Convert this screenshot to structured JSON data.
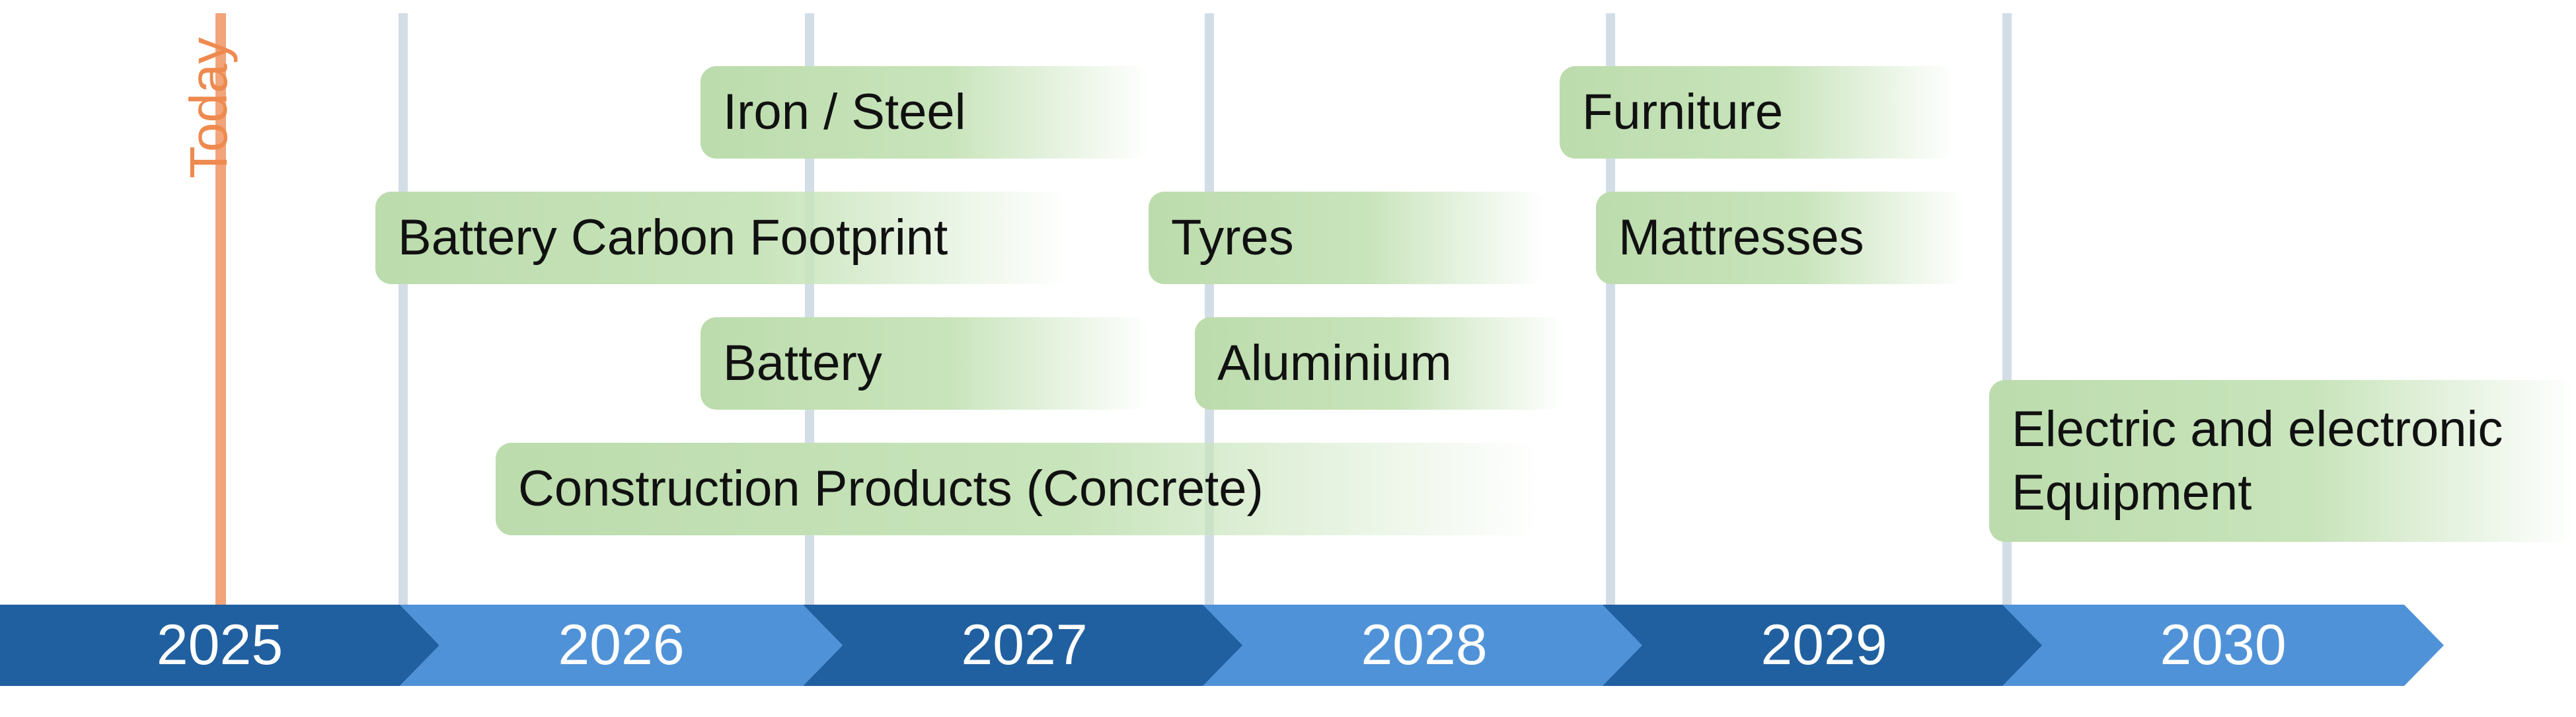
{
  "today": {
    "label": "Today",
    "color": "#ee8a4f"
  },
  "years": [
    {
      "label": "2025",
      "shade": "dark"
    },
    {
      "label": "2026",
      "shade": "light"
    },
    {
      "label": "2027",
      "shade": "dark"
    },
    {
      "label": "2028",
      "shade": "light"
    },
    {
      "label": "2029",
      "shade": "dark"
    },
    {
      "label": "2030",
      "shade": "light"
    }
  ],
  "products": [
    {
      "label": "Iron / Steel"
    },
    {
      "label": "Battery Carbon Footprint"
    },
    {
      "label": "Battery"
    },
    {
      "label": "Construction Products (Concrete)"
    },
    {
      "label": "Tyres"
    },
    {
      "label": "Aluminium"
    },
    {
      "label": "Furniture"
    },
    {
      "label": "Mattresses"
    },
    {
      "label": "Electric and electronic Equipment"
    }
  ],
  "colors": {
    "year_dark": "#2060a0",
    "year_light": "#4f92d8",
    "card_green": "#bcdcad",
    "gridline": "#d3dde6"
  }
}
